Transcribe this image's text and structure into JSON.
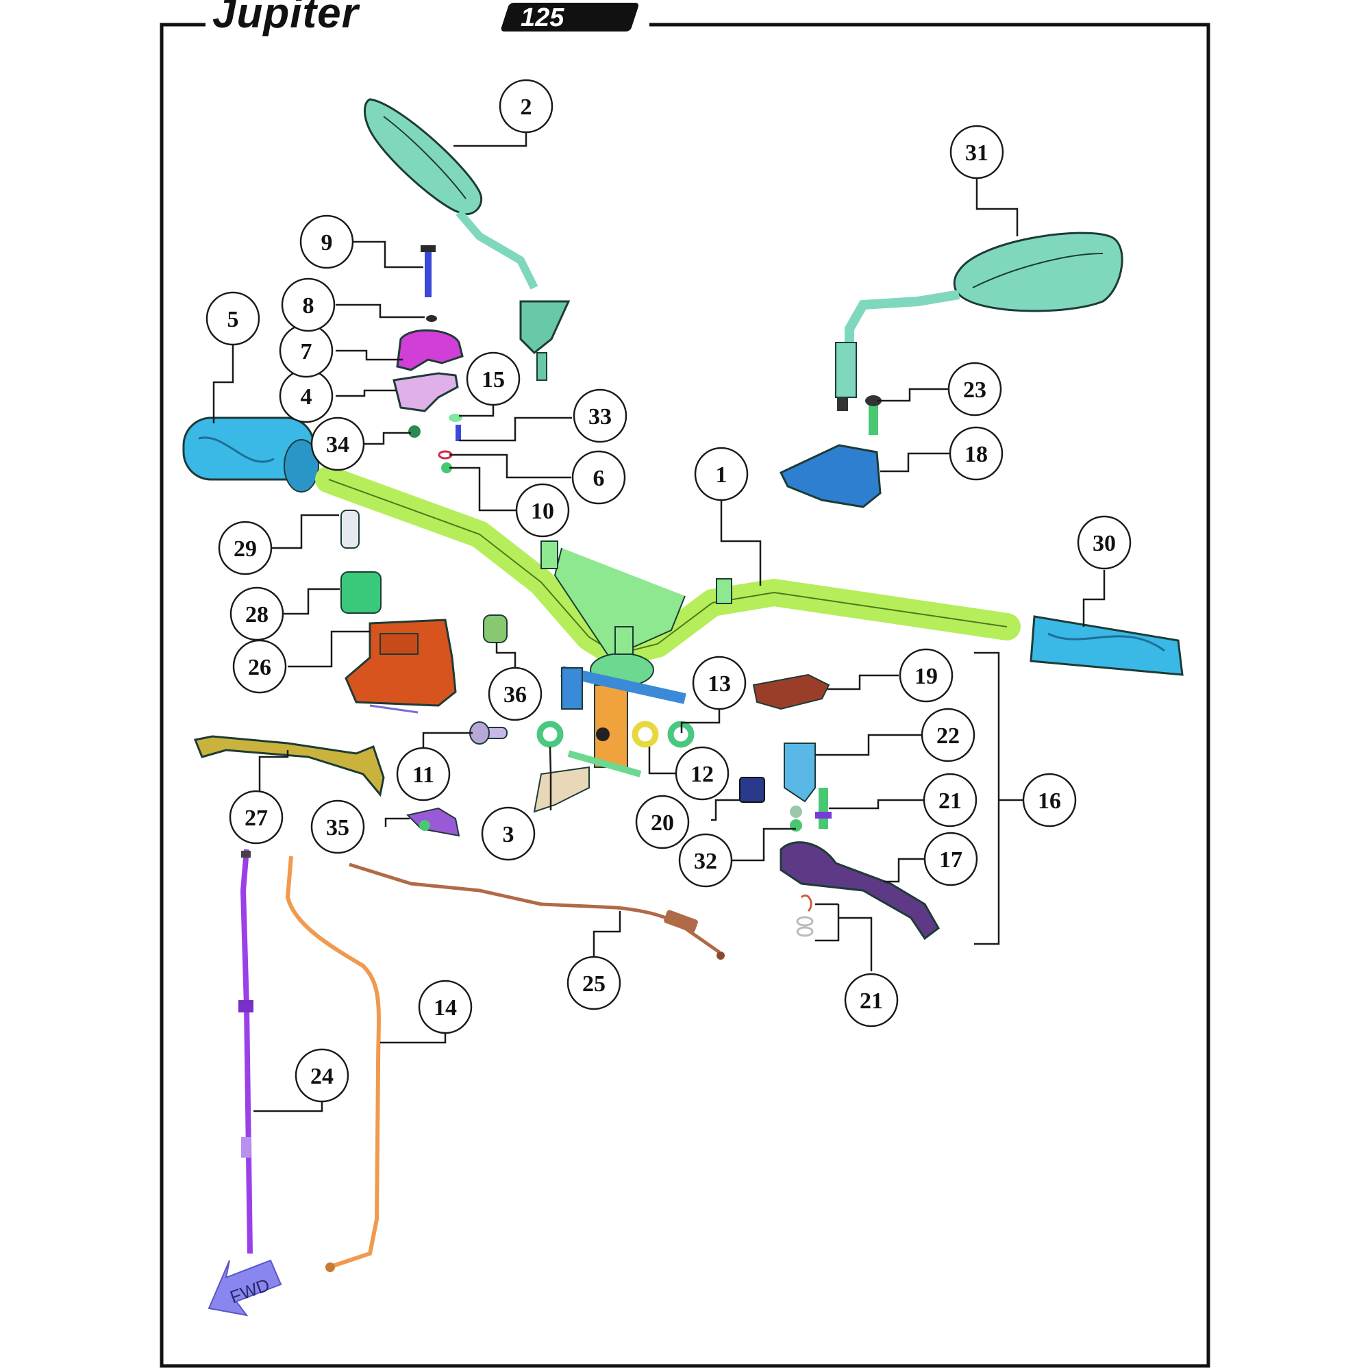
{
  "brand": {
    "title": "Jupiter",
    "badge": "125"
  },
  "fwd_label": "FWD",
  "callouts": [
    {
      "id": "c1",
      "label": "1"
    },
    {
      "id": "c2",
      "label": "2"
    },
    {
      "id": "c3",
      "label": "3"
    },
    {
      "id": "c4",
      "label": "4"
    },
    {
      "id": "c5",
      "label": "5"
    },
    {
      "id": "c6",
      "label": "6"
    },
    {
      "id": "c7",
      "label": "7"
    },
    {
      "id": "c8",
      "label": "8"
    },
    {
      "id": "c9",
      "label": "9"
    },
    {
      "id": "c10",
      "label": "10"
    },
    {
      "id": "c11",
      "label": "11"
    },
    {
      "id": "c12",
      "label": "12"
    },
    {
      "id": "c13",
      "label": "13"
    },
    {
      "id": "c14",
      "label": "14"
    },
    {
      "id": "c15",
      "label": "15"
    },
    {
      "id": "c16",
      "label": "16"
    },
    {
      "id": "c17",
      "label": "17"
    },
    {
      "id": "c18",
      "label": "18"
    },
    {
      "id": "c19",
      "label": "19"
    },
    {
      "id": "c20",
      "label": "20"
    },
    {
      "id": "c21a",
      "label": "21"
    },
    {
      "id": "c21b",
      "label": "21"
    },
    {
      "id": "c22",
      "label": "22"
    },
    {
      "id": "c23",
      "label": "23"
    },
    {
      "id": "c24",
      "label": "24"
    },
    {
      "id": "c25",
      "label": "25"
    },
    {
      "id": "c26",
      "label": "26"
    },
    {
      "id": "c27",
      "label": "27"
    },
    {
      "id": "c28",
      "label": "28"
    },
    {
      "id": "c29",
      "label": "29"
    },
    {
      "id": "c30",
      "label": "30"
    },
    {
      "id": "c31",
      "label": "31"
    },
    {
      "id": "c32",
      "label": "32"
    },
    {
      "id": "c33",
      "label": "33"
    },
    {
      "id": "c34",
      "label": "34"
    },
    {
      "id": "c35",
      "label": "35"
    },
    {
      "id": "c36",
      "label": "36"
    }
  ],
  "colors": {
    "mirror": "#7fd8bd",
    "handlebar": "#b5ee5a",
    "grip": "#3ab8e6",
    "master_cylinder": "#d8541f",
    "brake_lever": "#c9b33c",
    "clutch_lever": "#5e3a86",
    "clamp_top": "#d23ed8",
    "clamp_bottom": "#e0b0e8",
    "bracket": "#2f7fd0",
    "cable_orange": "#f09a50",
    "cable_purple": "#9a40e8",
    "cable_brown": "#b06a48",
    "fwd_arrow": "#8a86f0",
    "stem": "#f0a23c"
  }
}
